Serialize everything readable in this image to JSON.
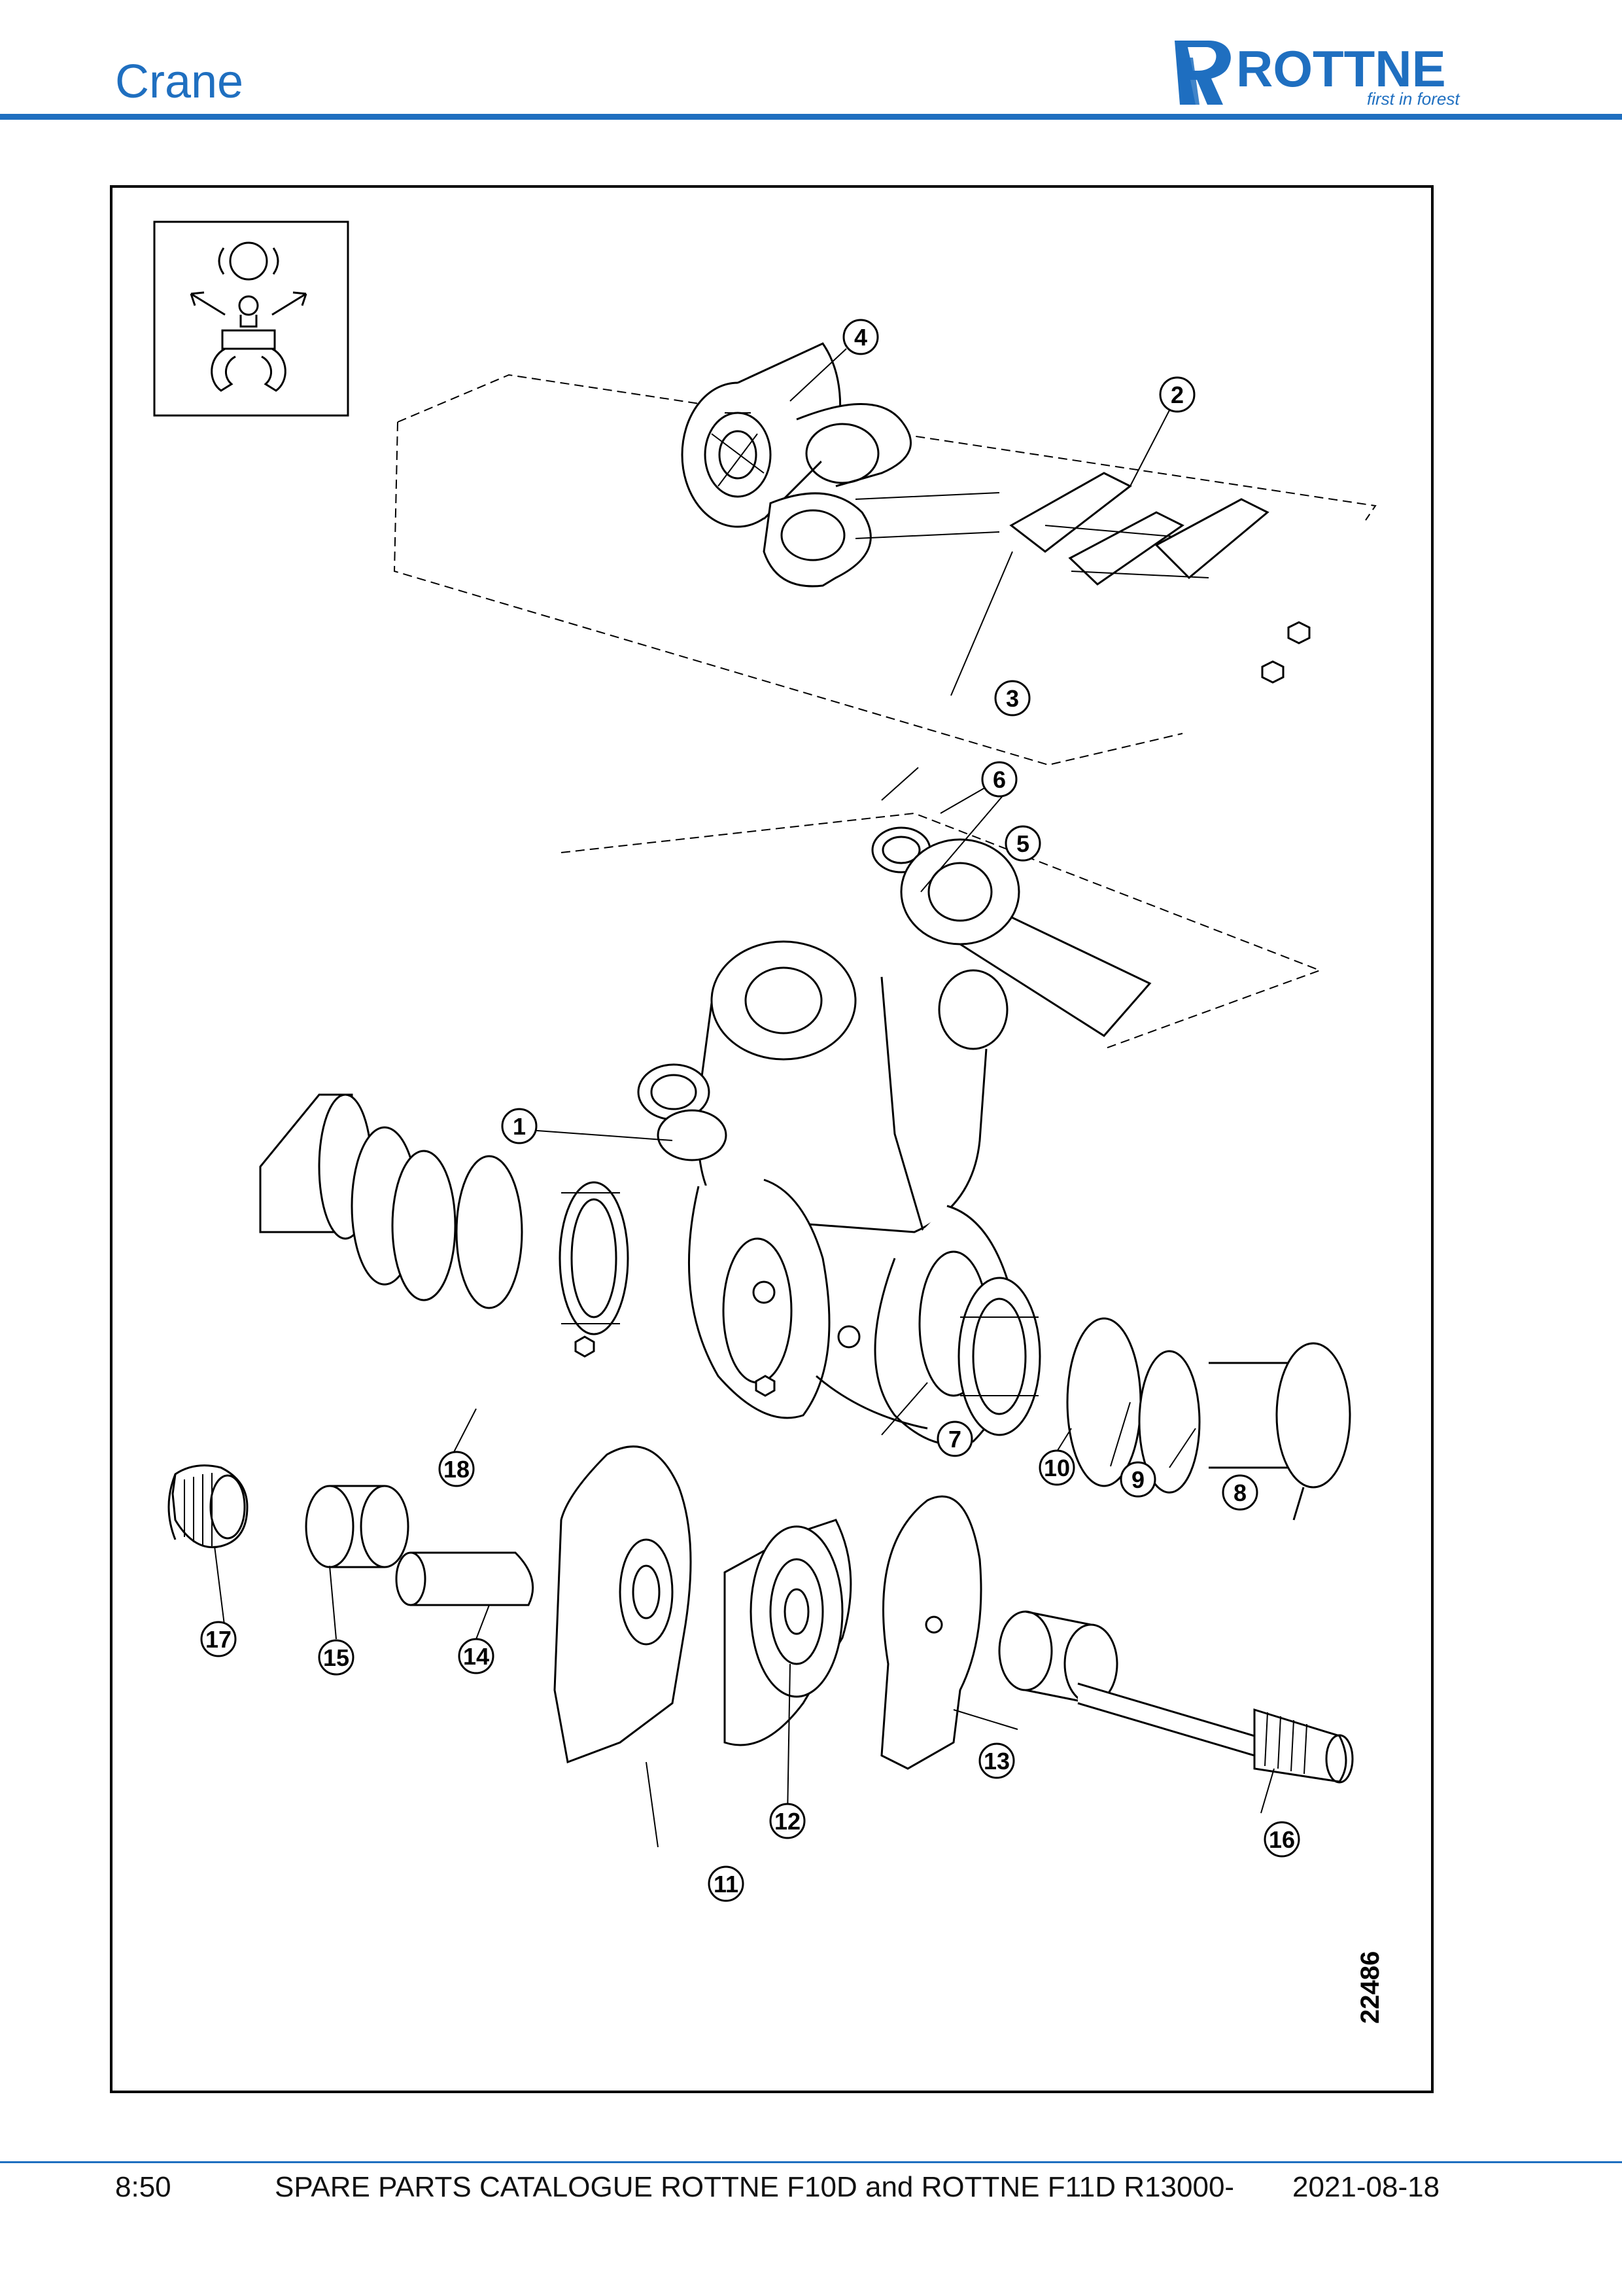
{
  "header": {
    "section_title": "Crane",
    "brand_name": "ROTTNE",
    "brand_tagline": "first in forest",
    "brand_color": "#1f6fc0"
  },
  "diagram": {
    "drawing_number": "22486",
    "symbol_icon": "grapple-rotator-symbol-icon",
    "callouts": [
      "1",
      "2",
      "3",
      "4",
      "5",
      "6",
      "7",
      "8",
      "9",
      "10",
      "11",
      "12",
      "13",
      "14",
      "15",
      "16",
      "17",
      "18"
    ]
  },
  "footer": {
    "page_number": "8:50",
    "catalogue_title": "SPARE PARTS CATALOGUE ROTTNE F10D and ROTTNE F11D R13000-",
    "date": "2021-08-18"
  }
}
